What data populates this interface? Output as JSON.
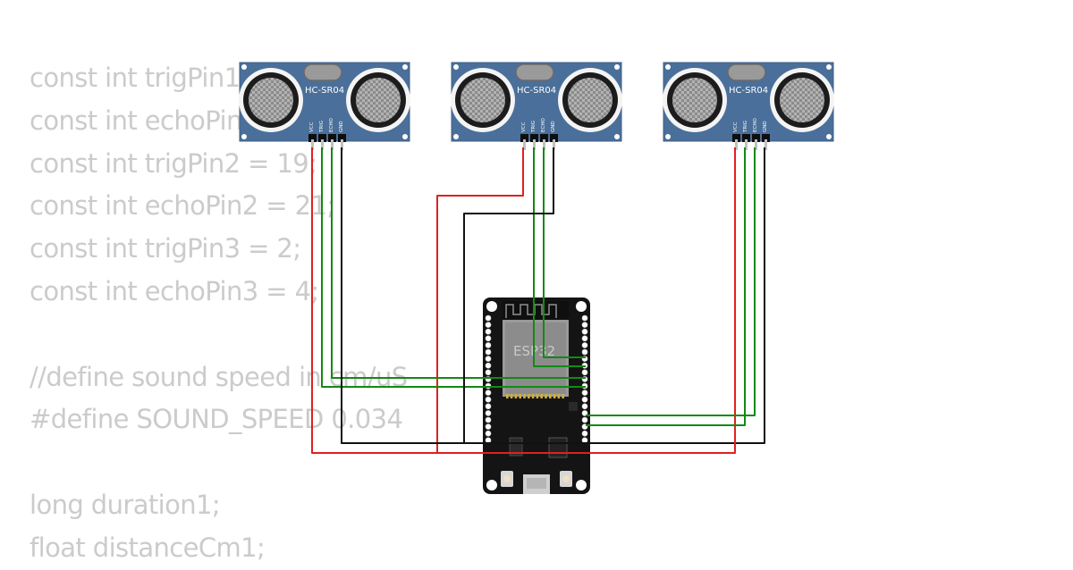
{
  "code_lines": [
    "const int trigPin1 = 5;",
    "const int echoPin1 = 18;",
    "const int trigPin2 = 19;",
    "const int echoPin2 = 21;",
    "const int trigPin3 = 2;",
    "const int echoPin3 = 4;",
    "",
    "//define sound speed in cm/uS",
    "#define SOUND_SPEED 0.034",
    "",
    "long duration1;",
    "float distanceCm1;"
  ],
  "sensors": [
    {
      "model": "HC-SR04",
      "pins": [
        "VCC",
        "TRIG",
        "ECHO",
        "GND"
      ]
    },
    {
      "model": "HC-SR04",
      "pins": [
        "VCC",
        "TRIG",
        "ECHO",
        "GND"
      ]
    },
    {
      "model": "HC-SR04",
      "pins": [
        "VCC",
        "TRIG",
        "ECHO",
        "GND"
      ]
    }
  ],
  "board": {
    "chip_label": "ESP32"
  },
  "colors": {
    "code_text": "#cbcbcb",
    "sensor_board": "#4a6f9a",
    "esp_board": "#141414",
    "wire_power": "#e02020",
    "wire_ground": "#111111",
    "wire_signal": "#128a12"
  }
}
